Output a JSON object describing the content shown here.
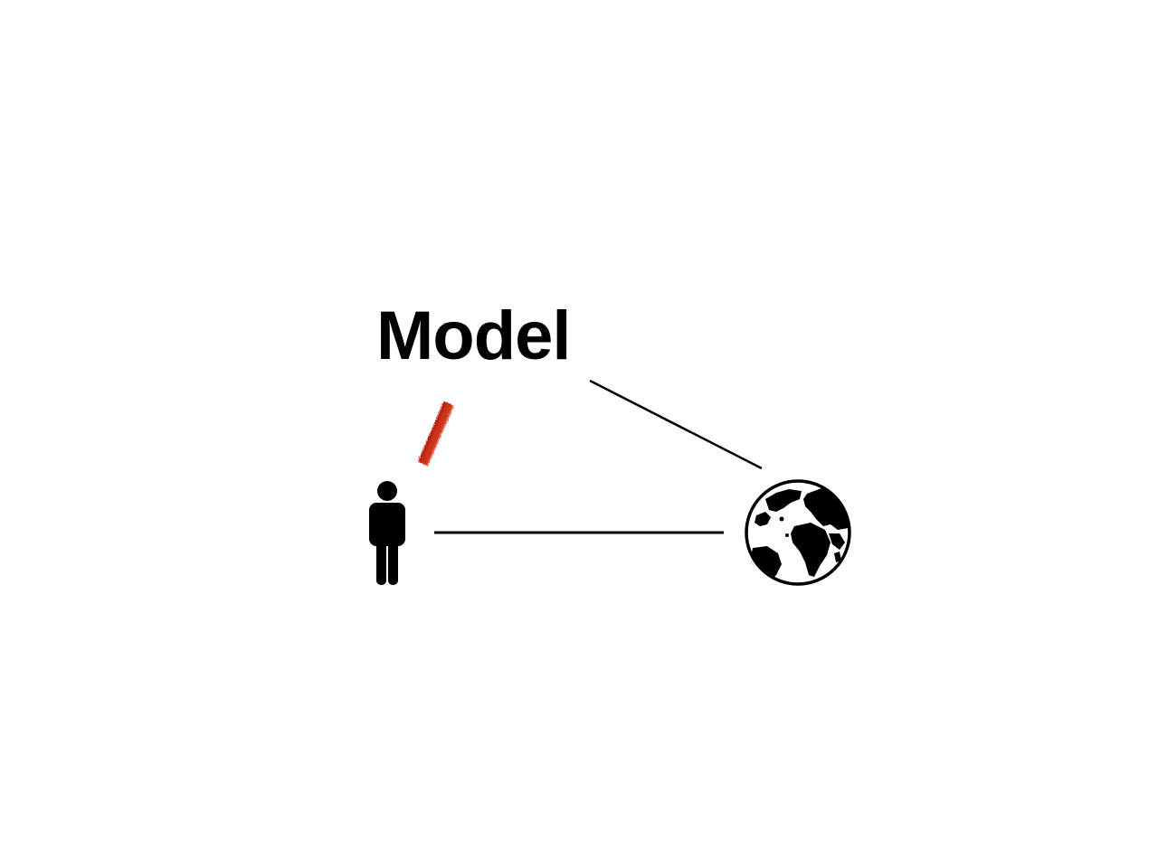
{
  "diagram": {
    "label": "Model",
    "nodes": [
      {
        "id": "person",
        "icon": "person-icon"
      },
      {
        "id": "world",
        "icon": "globe-icon"
      }
    ],
    "links": [
      {
        "from": "model",
        "to": "world",
        "style": "solid-line",
        "color": "#000000"
      },
      {
        "from": "person",
        "to": "world",
        "style": "solid-line",
        "color": "#000000"
      },
      {
        "from": "person",
        "to": "model",
        "style": "crossed-out-chalk-stroke",
        "color": "#c8290e"
      }
    ]
  }
}
